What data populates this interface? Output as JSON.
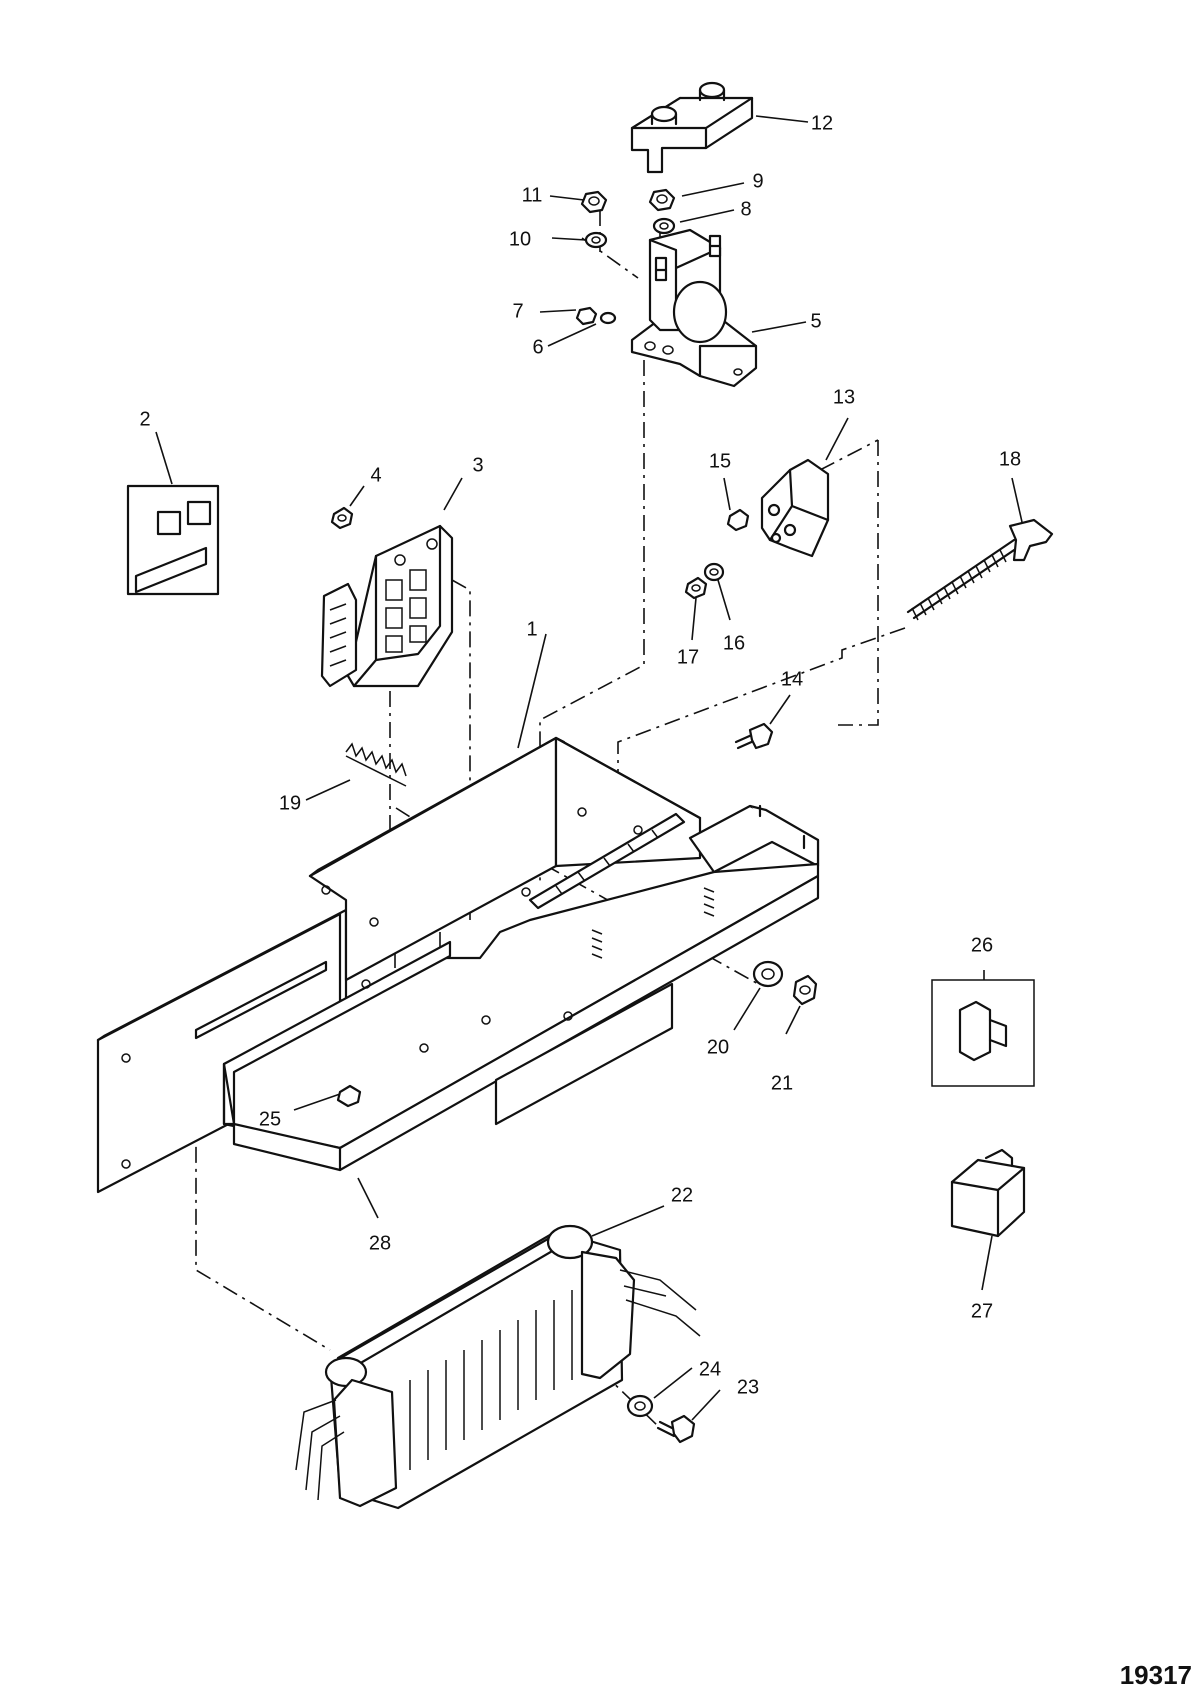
{
  "diagram": {
    "figure_id": "19317",
    "callouts": [
      {
        "id": "c1",
        "label": "1"
      },
      {
        "id": "c2",
        "label": "2"
      },
      {
        "id": "c3",
        "label": "3"
      },
      {
        "id": "c4",
        "label": "4"
      },
      {
        "id": "c5",
        "label": "5"
      },
      {
        "id": "c6",
        "label": "6"
      },
      {
        "id": "c7",
        "label": "7"
      },
      {
        "id": "c8",
        "label": "8"
      },
      {
        "id": "c9",
        "label": "9"
      },
      {
        "id": "c10",
        "label": "10"
      },
      {
        "id": "c11",
        "label": "11"
      },
      {
        "id": "c12",
        "label": "12"
      },
      {
        "id": "c13",
        "label": "13"
      },
      {
        "id": "c14",
        "label": "14"
      },
      {
        "id": "c15",
        "label": "15"
      },
      {
        "id": "c16",
        "label": "16"
      },
      {
        "id": "c17",
        "label": "17"
      },
      {
        "id": "c18",
        "label": "18"
      },
      {
        "id": "c19",
        "label": "19"
      },
      {
        "id": "c20",
        "label": "20"
      },
      {
        "id": "c21",
        "label": "21"
      },
      {
        "id": "c22",
        "label": "22"
      },
      {
        "id": "c23",
        "label": "23"
      },
      {
        "id": "c24",
        "label": "24"
      },
      {
        "id": "c25",
        "label": "25"
      },
      {
        "id": "c26",
        "label": "26"
      },
      {
        "id": "c27",
        "label": "27"
      },
      {
        "id": "c28",
        "label": "28"
      }
    ]
  }
}
